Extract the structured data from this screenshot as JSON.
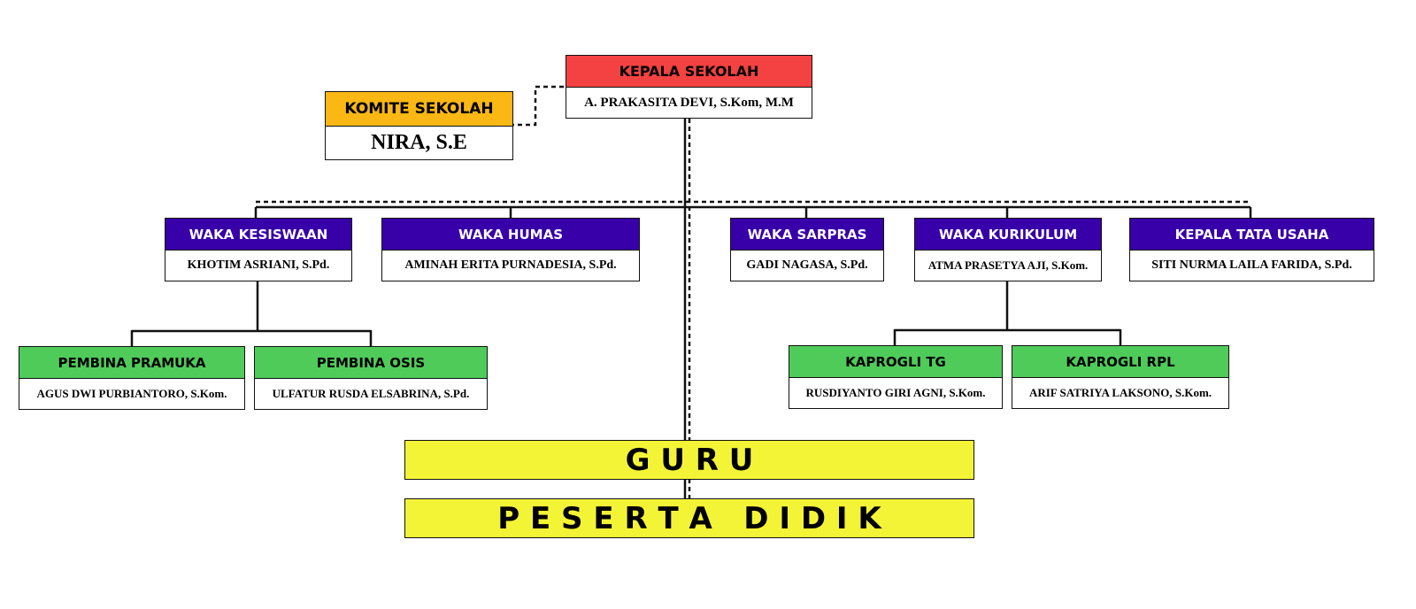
{
  "colors": {
    "kepala": "#f44141",
    "komite": "#fbb714",
    "waka": "#3800a8",
    "pembina": "#4fcb5a",
    "banner": "#f4f437",
    "line": "#111111"
  },
  "kepala_sekolah": {
    "title": "KEPALA SEKOLAH",
    "name": "A. PRAKASITA DEVI, S.Kom, M.M"
  },
  "komite_sekolah": {
    "title": "KOMITE SEKOLAH",
    "name": "NIRA, S.E"
  },
  "waka": [
    {
      "title": "WAKA KESISWAAN",
      "name": "KHOTIM ASRIANI, S.Pd."
    },
    {
      "title": "WAKA HUMAS",
      "name": "AMINAH ERITA PURNADESIA, S.Pd."
    },
    {
      "title": "WAKA SARPRAS",
      "name": "GADI NAGASA, S.Pd."
    },
    {
      "title": "WAKA KURIKULUM",
      "name": "ATMA PRASETYA AJI, S.Kom."
    },
    {
      "title": "KEPALA TATA USAHA",
      "name": "SITI NURMA LAILA FARIDA, S.Pd."
    }
  ],
  "sub_units": [
    {
      "title": "PEMBINA PRAMUKA",
      "name": "AGUS DWI PURBIANTORO, S.Kom."
    },
    {
      "title": "PEMBINA OSIS",
      "name": "ULFATUR RUSDA ELSABRINA, S.Pd."
    },
    {
      "title": "KAPROGLI TG",
      "name": "RUSDIYANTO GIRI AGNI, S.Kom."
    },
    {
      "title": "KAPROGLI RPL",
      "name": "ARIF SATRIYA LAKSONO, S.Kom."
    }
  ],
  "guru": "G U R U",
  "peserta_didik": "P E S E R T A   D I D I K"
}
